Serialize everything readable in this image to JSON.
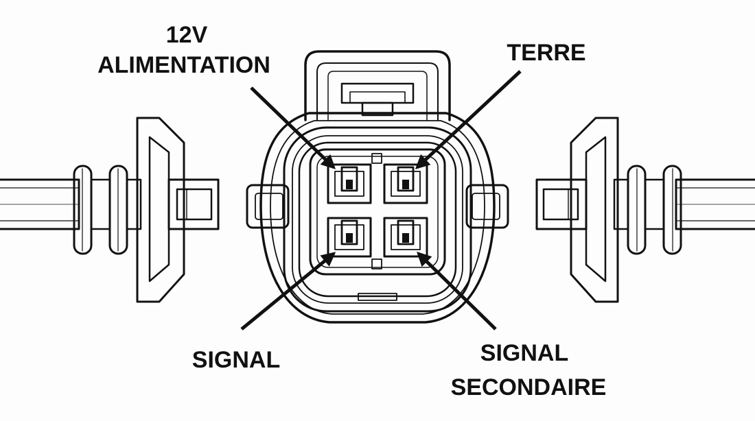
{
  "labels": {
    "power_line1": "12V",
    "power_line2": "ALIMENTATION",
    "ground": "TERRE",
    "signal": "SIGNAL",
    "secondary_line1": "SIGNAL",
    "secondary_line2": "SECONDAIRE"
  },
  "colors": {
    "ink": "#111111",
    "paper": "#fdfdfd"
  }
}
